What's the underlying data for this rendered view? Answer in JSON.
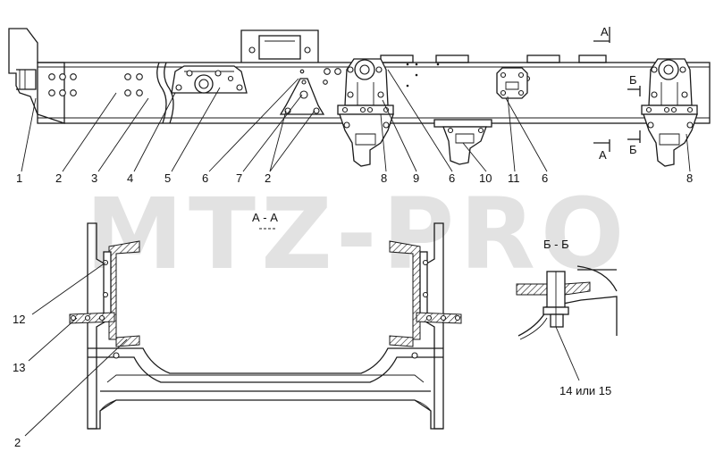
{
  "watermark": "MTZ-PRO",
  "callouts": {
    "c1": "1",
    "c2": "2",
    "c3": "3",
    "c4": "4",
    "c5": "5",
    "c6a": "6",
    "c7": "7",
    "c2b": "2",
    "c8a": "8",
    "c9": "9",
    "c6b": "6",
    "c10": "10",
    "c11": "11",
    "c6c": "6",
    "c8b": "8",
    "c12": "12",
    "c13": "13",
    "c2c": "2",
    "c14": "14 или 15"
  },
  "section_marks": {
    "a_top": "А",
    "a_bot": "А",
    "b_top": "Б",
    "b_bot": "Б"
  },
  "section_titles": {
    "aa": "А - А",
    "bb": "Б - Б"
  }
}
